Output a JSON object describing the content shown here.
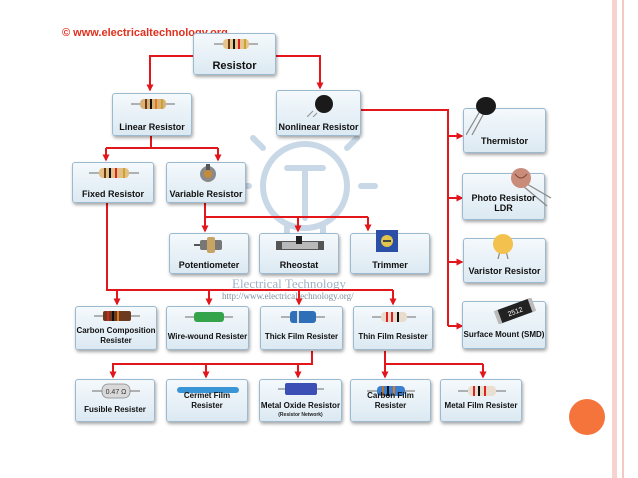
{
  "watermark": {
    "top_text": "© www.electricaltechnology.org",
    "brand": "Electrical Technology",
    "url": "http://www.electricaltechnology.org/"
  },
  "nodes": {
    "resistor": "Resistor",
    "linear": "Linear Resistor",
    "nonlinear": "Nonlinear Resistor",
    "fixed": "Fixed Resistor",
    "variable": "Variable Resistor",
    "potentiometer": "Potentiometer",
    "rheostat": "Rheostat",
    "trimmer": "Trimmer",
    "carbon_composition": "Carbon Composition Resister",
    "wire_wound": "Wire-wound Resister",
    "thick_film": "Thick Film Resister",
    "thin_film": "Thin Film Resister",
    "fusible": "Fusible Resister",
    "cermet": "Cermet Film Resister",
    "metal_oxide": "Metal Oxide Resistor",
    "metal_oxide_sub": "(Resistor Network)",
    "carbon_film": "Carbon Film Resister",
    "metal_film": "Metal Film Resister",
    "thermistor": "Thermistor",
    "photo_line1": "Photo Resistor",
    "photo_line2": "LDR",
    "varistor": "Varistor Resistor",
    "smd": "Surface Mount (SMD)"
  },
  "part_markings": {
    "fusible": "0.47 Ω",
    "smd": "2512"
  },
  "colors": {
    "arrow": "#e3161b",
    "box_border": "#9bb9cf",
    "accent_circle": "#f4743b",
    "rail": "#f3c9c4"
  }
}
